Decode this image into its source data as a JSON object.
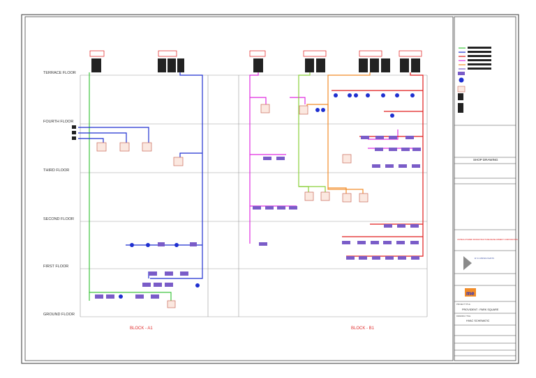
{
  "floors": [
    {
      "label": "TERRACE FLOOR"
    },
    {
      "label": "FOURTH FLOOR"
    },
    {
      "label": "THIRD FLOOR"
    },
    {
      "label": "SECOND FLOOR"
    },
    {
      "label": "FIRST FLOOR"
    },
    {
      "label": "GROUND FLOOR"
    }
  ],
  "blocks": {
    "a1": "BLOCK - A1",
    "b1": "BLOCK - B1"
  },
  "title_block": {
    "shop_drawing": "SHOP DRAWING",
    "client_lines": [
      "UNITECH POWER INFRASTRUCTURE DEVELOPMENT CORPORATION"
    ],
    "consultant_name": "R S CONSULTANTS",
    "contractor_logo": "me",
    "project_label": "PROJECT TITLE",
    "project_title": "PROVIDENT : PARK SQUARE",
    "drawing_label": "DRAWING TITLE",
    "drawing_title": "HVAC SCHEMATIC"
  },
  "colors": {
    "green": "#3cc43c",
    "blue": "#1e2fd0",
    "magenta": "#e02ee0",
    "orange": "#f28c28",
    "red": "#e01b1b",
    "grid": "#999999",
    "block_label": "#e03030"
  }
}
